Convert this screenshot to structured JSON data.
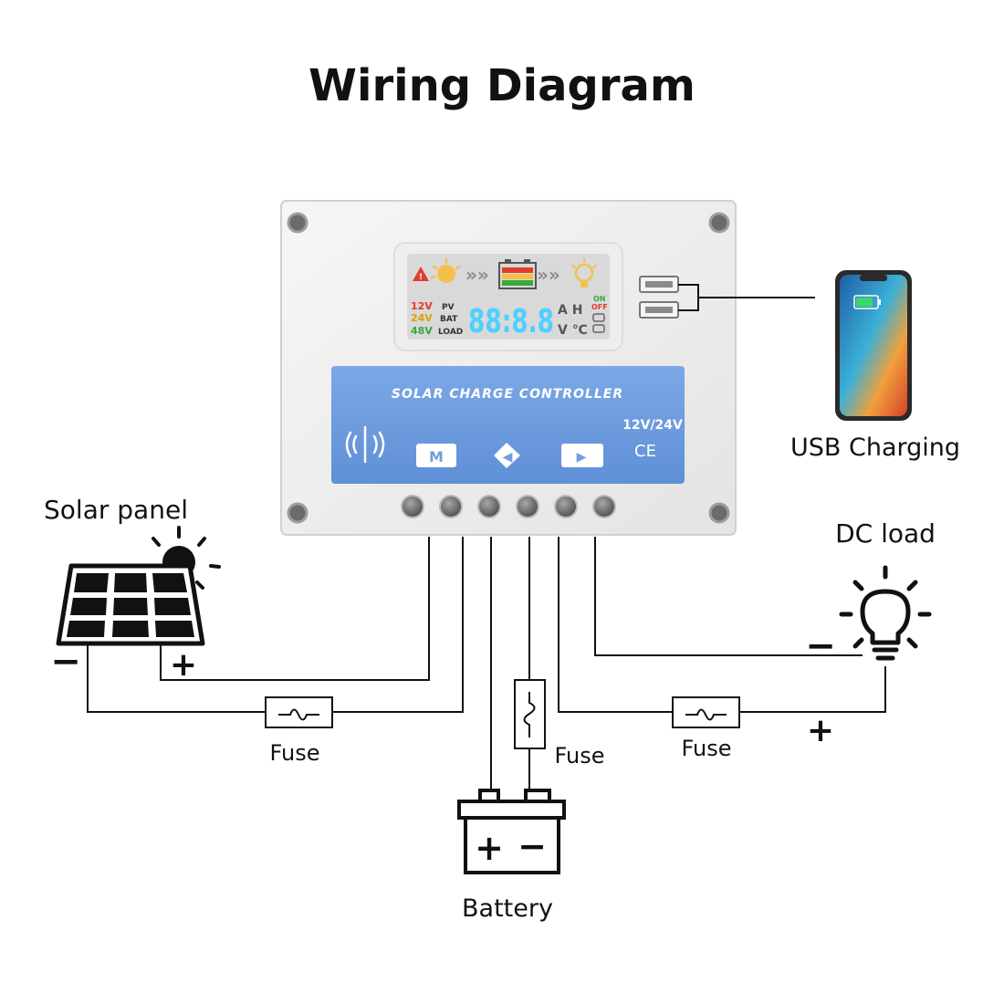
{
  "title": "Wiring Diagram",
  "controller": {
    "lcd": {
      "voltages": [
        "12V",
        "24V",
        "48V"
      ],
      "modes": [
        "PV",
        "BAT",
        "LOAD"
      ],
      "digits": "88:8.8",
      "unit_top": "A H",
      "unit_bottom": "V ℃",
      "on_label": "ON",
      "off_label": "OFF"
    },
    "panel_title": "SOLAR CHARGE CONTROLLER",
    "rating": "12V/24V",
    "ce_mark": "CE",
    "buttons": [
      "M",
      "◀",
      "▶"
    ]
  },
  "labels": {
    "solar_panel": "Solar panel",
    "usb_charging": "USB Charging",
    "dc_load": "DC load",
    "battery": "Battery",
    "fuse_solar": "Fuse",
    "fuse_battery": "Fuse",
    "fuse_load": "Fuse"
  },
  "polarity": {
    "solar_negative": "−",
    "solar_positive": "+",
    "load_negative": "−",
    "load_positive": "+",
    "battery_positive": "+",
    "battery_negative": "−"
  },
  "colors": {
    "blue_panel": "#6f9fe0",
    "lcd_bg": "#d9d9d9",
    "lcd_digits": "#4fd0ff",
    "wire": "#111111"
  }
}
